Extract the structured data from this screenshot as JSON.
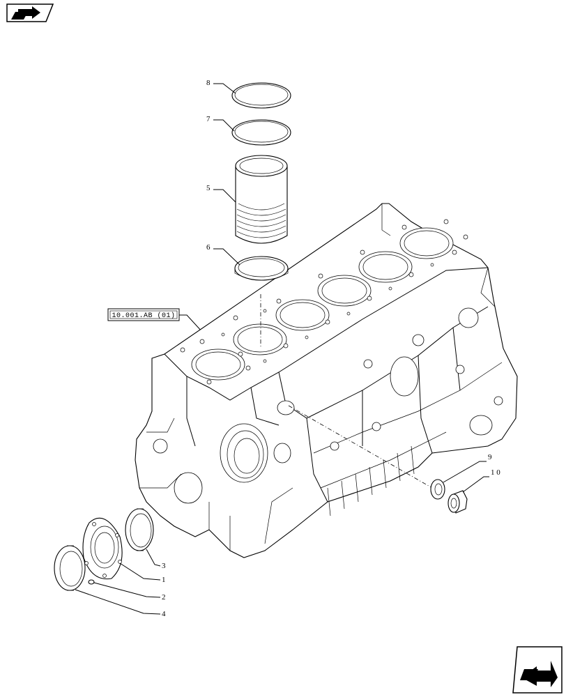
{
  "reference_box": {
    "label": "10.001.AB (01)"
  },
  "callouts": [
    {
      "id": "8",
      "label": "8"
    },
    {
      "id": "7",
      "label": "7"
    },
    {
      "id": "5",
      "label": "5"
    },
    {
      "id": "6",
      "label": "6"
    },
    {
      "id": "3",
      "label": "3"
    },
    {
      "id": "1",
      "label": "1"
    },
    {
      "id": "2",
      "label": "2"
    },
    {
      "id": "4",
      "label": "4"
    },
    {
      "id": "9",
      "label": "9"
    },
    {
      "id": "10",
      "label": "1 0"
    }
  ],
  "icons": {
    "top_left": "prev-page-arrow-icon",
    "bottom_right": "next-page-arrow-icon"
  }
}
